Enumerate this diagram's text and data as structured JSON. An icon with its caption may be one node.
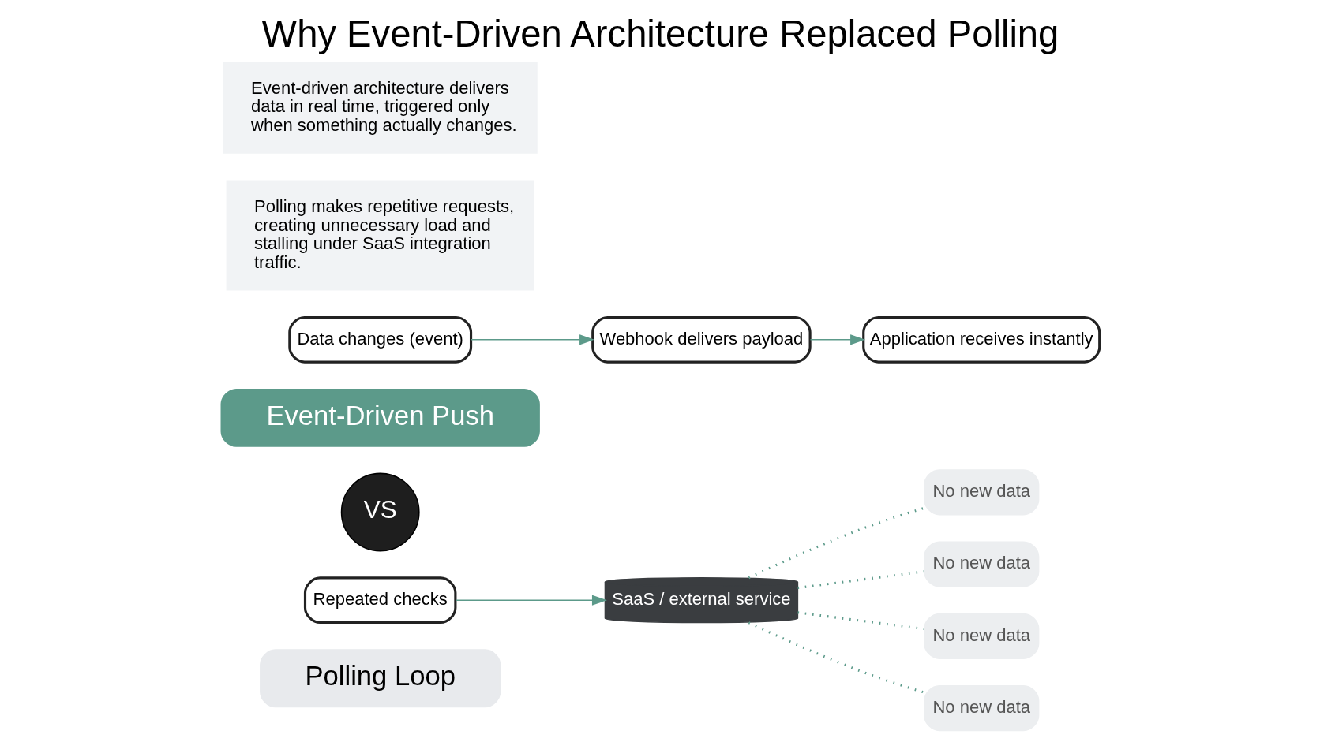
{
  "diagram": {
    "title": "Why Event-Driven Architecture Replaced Polling",
    "nodes": [
      {
        "text": [
          "Polling Loop"
        ]
      },
      {
        "text": [
          "Repeated checks"
        ]
      },
      {
        "text": [
          "SaaS / external service"
        ]
      },
      {
        "text": [
          "No new data"
        ]
      },
      {
        "text": [
          "No new data"
        ]
      },
      {
        "text": [
          "No new data"
        ]
      },
      {
        "text": [
          "No new data"
        ]
      },
      {
        "text": [
          "VS"
        ]
      },
      {
        "text": [
          "Event-Driven Push"
        ]
      },
      {
        "text": [
          "Data changes (event)"
        ]
      },
      {
        "text": [
          "Webhook delivers payload"
        ]
      },
      {
        "text": [
          "Application receives instantly"
        ]
      },
      {
        "text": [
          "Polling makes repetitive requests, creating unnecessary load and stalling under SaaS integration traffic."
        ]
      },
      {
        "text": [
          "Event-driven architecture delivers data in real time, triggered only when something actually changes."
        ]
      }
    ],
    "edges": [
      {
        "from": 1,
        "to": 2,
        "arrow": "to",
        "color": "#5c9a8a"
      },
      {
        "from": 2,
        "to": 3,
        "arrow": "none",
        "style": "dashed",
        "color": "#5c9a8a"
      },
      {
        "from": 2,
        "to": 4,
        "arrow": "none",
        "style": "dashed",
        "color": "#5c9a8a"
      },
      {
        "from": 2,
        "to": 5,
        "arrow": "none",
        "style": "dashed",
        "color": "#5c9a8a"
      },
      {
        "from": 2,
        "to": 6,
        "arrow": "none",
        "style": "dashed",
        "color": "#5c9a8a"
      },
      {
        "from": 9,
        "to": 10,
        "arrow": "to",
        "color": "#5c9a8a"
      },
      {
        "from": 10,
        "to": 11,
        "arrow": "to",
        "color": "#5c9a8a"
      }
    ]
  }
}
